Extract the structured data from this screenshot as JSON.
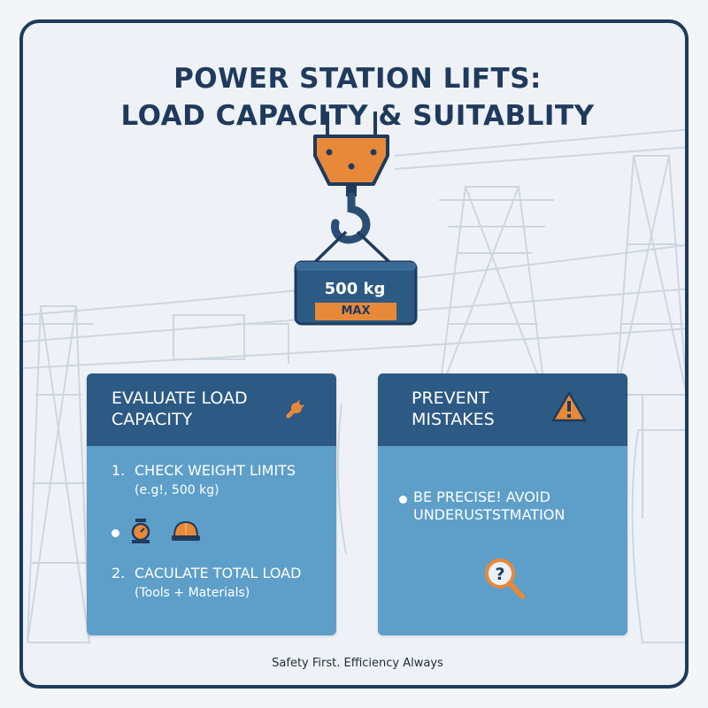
{
  "title": {
    "line1": "POWER STATION LIFTS:",
    "line2": "LOAD CAPACITY & SUITABLITY"
  },
  "load_block": {
    "weight": "500 kg",
    "badge": "MAX"
  },
  "panel_left": {
    "title": "EVALUATE LOAD CAPACITY",
    "icon": "wrench-icon",
    "step1_number": "1.",
    "step1_title": "CHECK WEIGHT LIMITS",
    "step1_detail": "(e.g!, 500 kg)",
    "icons": [
      "scale-icon",
      "hard-hat-icon"
    ],
    "step2_number": "2.",
    "step2_title": "CACULATE TOTAL LOAD",
    "step2_detail": "(Tools + Materials)"
  },
  "panel_right": {
    "title": "PREVENT MISTAKES",
    "icon": "warning-icon",
    "bullet_text": "BE PRECISE! AVOID UNDERUSTSTMATION",
    "icon_bottom": "magnifier-question-icon"
  },
  "footer": "Safety First. Efficiency Always",
  "colors": {
    "navy": "#1f3a5c",
    "panel_header": "#2d5a84",
    "panel_body": "#5e9fc9",
    "accent_orange": "#e8893a",
    "background": "#eef2f7"
  }
}
